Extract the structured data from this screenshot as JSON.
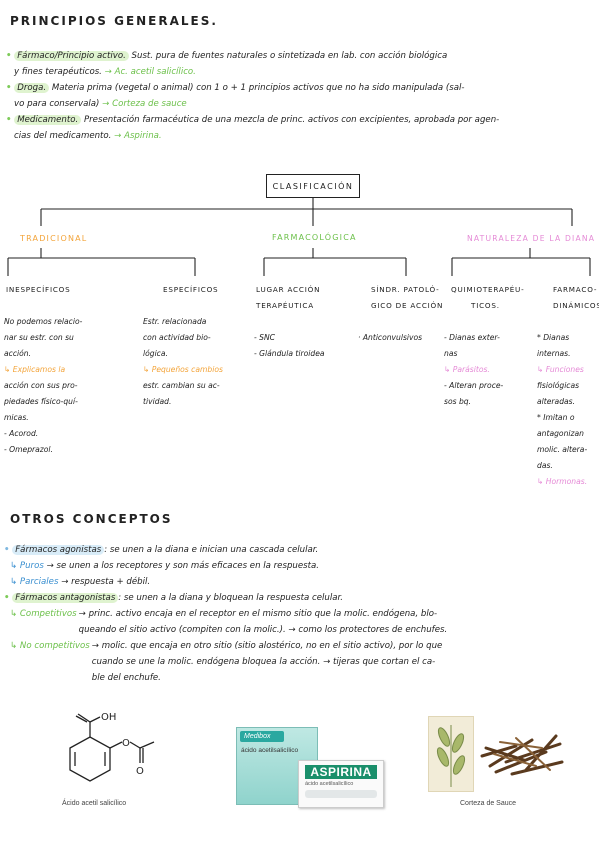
{
  "title1": "PRINCIPIOS GENERALES.",
  "defs": [
    {
      "term": "Fármaco/Principio activo.",
      "text": " Sust. pura de fuentes naturales o sintetizada en lab. con acción biológica",
      "text2": "y fines terapéuticos.",
      "arrow": "→ Ac. acetil salicílico."
    },
    {
      "term": "Droga.",
      "text": " Materia prima (vegetal o animal) con 1 o + 1 principios activos que no ha sido manipulada (sal-",
      "text2": "vo para conservala)",
      "arrow": "→ Corteza de sauce"
    },
    {
      "term": "Medicamento.",
      "text": " Presentación farmacéutica de una mezcla de princ. activos con excipientes, aprobada por agen-",
      "text2": "cias del medicamento.",
      "arrow": "→ Aspirina."
    }
  ],
  "root": "CLASIFICACIÓN",
  "categories": {
    "c1": "TRADICIONAL",
    "c2": "FARMACOLÓGICA",
    "c3": "NATURALEZA DE LA DIANA"
  },
  "subs": {
    "s1": "INESPECÍFICOS",
    "s2": "ESPECÍFICOS",
    "s3a": "LUGAR ACCIÓN",
    "s3b": "TERAPÉUTICA",
    "s4a": "SÍNDR. PATOLÓ-",
    "s4b": "GICO DE ACCIÓN",
    "s5a": "QUIMIOTERAPÉU-",
    "s5b": "TICOS.",
    "s6a": "FARMACO-",
    "s6b": "DINÁMICOS"
  },
  "col1": [
    "No podemos relacio-",
    "nar su estr. con su",
    "acción.",
    "↳ Explicamos la",
    "acción con sus pro-",
    "piedades físico-quí-",
    "micas.",
    "- Acorod.",
    "- Omeprazol."
  ],
  "col2": [
    "Estr. relacionada",
    "con actividad bio-",
    "lógica.",
    "↳ Pequeños cambios",
    "estr. cambian su ac-",
    "tividad."
  ],
  "col3": [
    "- SNC",
    "- Glándula tiroidea"
  ],
  "col4": [
    "· Anticonvulsivos"
  ],
  "col5": [
    "- Dianas exter-",
    "nas",
    "↳ Parásitos.",
    "- Alteran proce-",
    "sos bq."
  ],
  "col6": [
    "* Dianas",
    "internas.",
    "↳ Funciones",
    "fisiológicas",
    "alteradas.",
    "* Imitan o",
    "antagonizan",
    "molic. altera-",
    "das.",
    "↳ Hormonas."
  ],
  "title2": "OTROS CONCEPTOS",
  "ag_term": "Fármacos agonistas",
  "ag_text": ": se unen a la diana e inician una cascada celular.",
  "ag_items": [
    {
      "label": "↳ Puros",
      "text": "→ se unen a los receptores y son más eficaces en la respuesta."
    },
    {
      "label": "↳ Parciales",
      "text": "→ respuesta + débil."
    }
  ],
  "ant_term": "Fármacos antagonistas",
  "ant_text": ": se unen a la diana y bloquean la respuesta celular.",
  "comp_label": "↳ Competitivos",
  "comp_lines": [
    "→ princ. activo encaja en el receptor en el mismo sitio que la molic. endógena, blo-",
    "queando el sitio activo (compiten con la molic.). → como los protectores de enchufes."
  ],
  "noncomp_label": "↳ No competitivos",
  "noncomp_lines": [
    "→ molic. que encaja en otro sitio (sitio alostérico, no en el sitio activo), por lo que",
    "cuando se une la molic. endógena bloquea la acción. → tijeras que cortan el ca-",
    "ble del enchufe."
  ],
  "images": {
    "mol_caption": "Ácido acetil salicílico",
    "mol_oh": "OH",
    "mol_o": "O",
    "box1_brand": "Medibox",
    "box1_name": "ácido acetilsalicílico",
    "box2_brand": "ASPIRINA",
    "box2_sub": "ácido acetilsalicílico",
    "bark_caption": "Corteza de Sauce"
  }
}
